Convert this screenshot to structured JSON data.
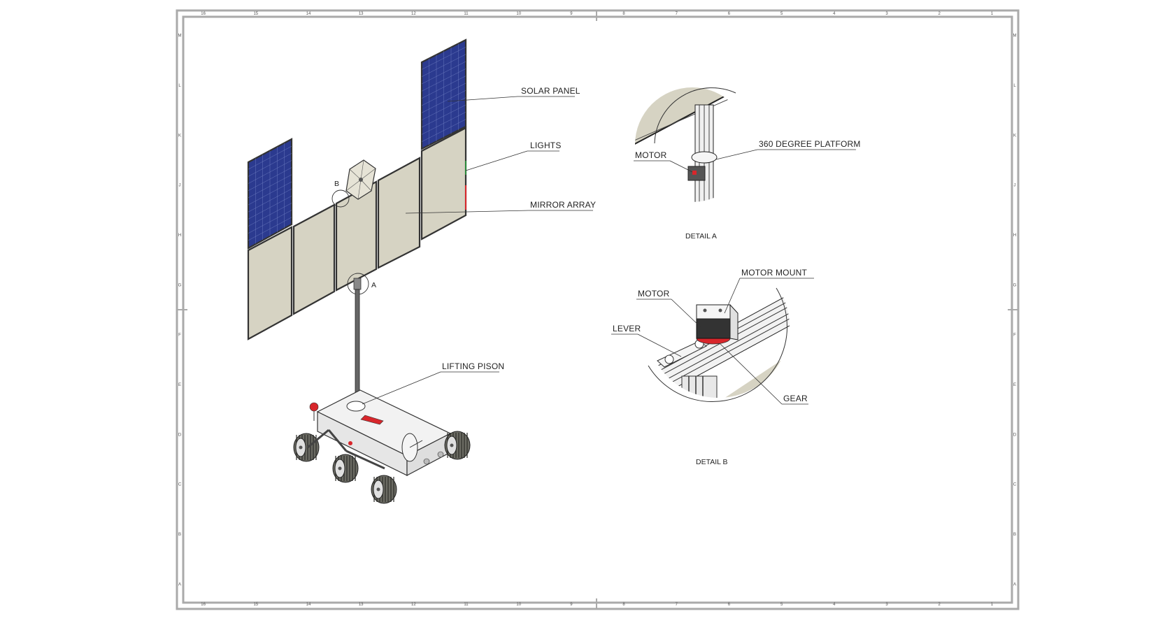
{
  "drawing": {
    "border_color": "#a9a9a9",
    "zone_columns": [
      "16",
      "15",
      "14",
      "13",
      "12",
      "11",
      "10",
      "9",
      "8",
      "7",
      "6",
      "5",
      "4",
      "3",
      "2",
      "1"
    ],
    "zone_rows": [
      "M",
      "L",
      "K",
      "J",
      "H",
      "G",
      "F",
      "E",
      "D",
      "C",
      "B",
      "A"
    ]
  },
  "main_view": {
    "callouts": {
      "solar_panel": "SOLAR PANEL",
      "lights": "LIGHTS",
      "mirror_array": "MIRROR ARRAY",
      "lifting_piston": "LIFTING PISON"
    },
    "detail_markers": {
      "a": "A",
      "b": "B"
    },
    "colors": {
      "solar_cell": "#2b3a8f",
      "mirror": "#d6d3c3",
      "accent_red": "#d8262b"
    }
  },
  "detail_a": {
    "title": "DETAIL A",
    "callouts": {
      "motor": "MOTOR",
      "platform": "360 DEGREE PLATFORM"
    }
  },
  "detail_b": {
    "title": "DETAIL B",
    "callouts": {
      "motor_mount": "MOTOR MOUNT",
      "motor": "MOTOR",
      "lever": "LEVER",
      "gear": "GEAR"
    }
  }
}
